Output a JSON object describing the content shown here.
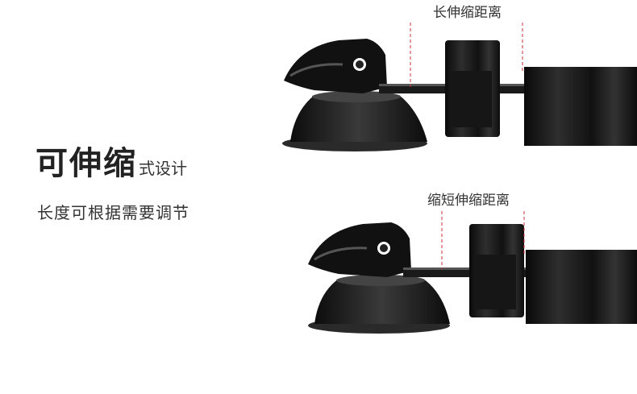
{
  "headline": {
    "big": "可伸缩",
    "small": "式设计"
  },
  "subline": "长度可根据需要调节",
  "captions": {
    "extend": "长伸缩距离",
    "shorten": "缩短伸缩距离"
  },
  "colors": {
    "guide": "#d0303a",
    "device": "#1a1a1a"
  }
}
